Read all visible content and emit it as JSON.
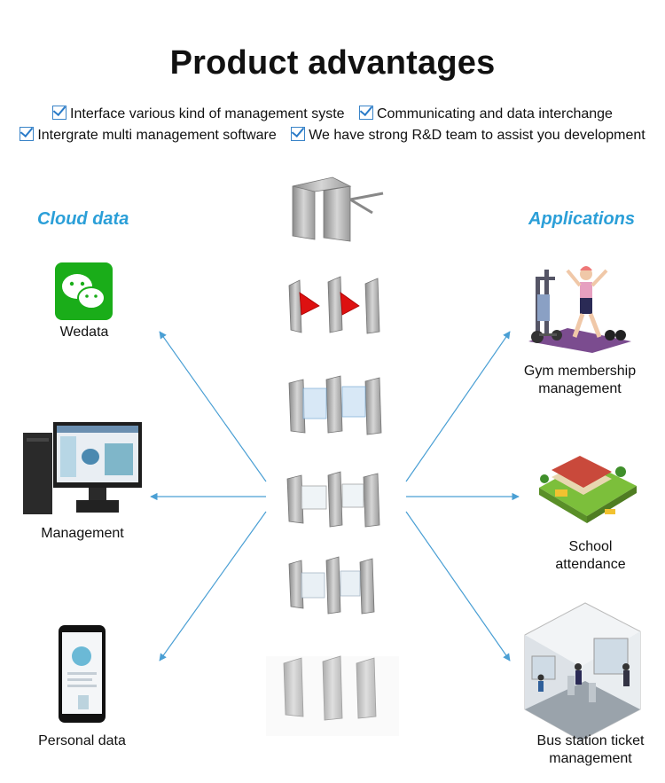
{
  "title": "Product advantages",
  "features": [
    "Interface various kind of management syste",
    "Communicating and data interchange",
    "Intergrate multi management software",
    "We have strong R&D team to assist you development"
  ],
  "left": {
    "heading": "Cloud data",
    "items": [
      "Wedata",
      "Management",
      "Personal data"
    ]
  },
  "right": {
    "heading": "Applications",
    "items": [
      {
        "line1": "Gym membership",
        "line2": "management"
      },
      {
        "line1": "School",
        "line2": "attendance"
      },
      {
        "line1": "Bus station ticket",
        "line2": "management"
      }
    ]
  },
  "colors": {
    "accent": "#2b9fd8",
    "arrow": "#4a9fd4",
    "wechat": "#1aad19"
  },
  "icons": [
    "check-icon",
    "wechat-icon",
    "desktop-computer-icon",
    "smartphone-icon",
    "gym-icon",
    "school-icon",
    "bus-station-icon",
    "turnstile-icon"
  ]
}
